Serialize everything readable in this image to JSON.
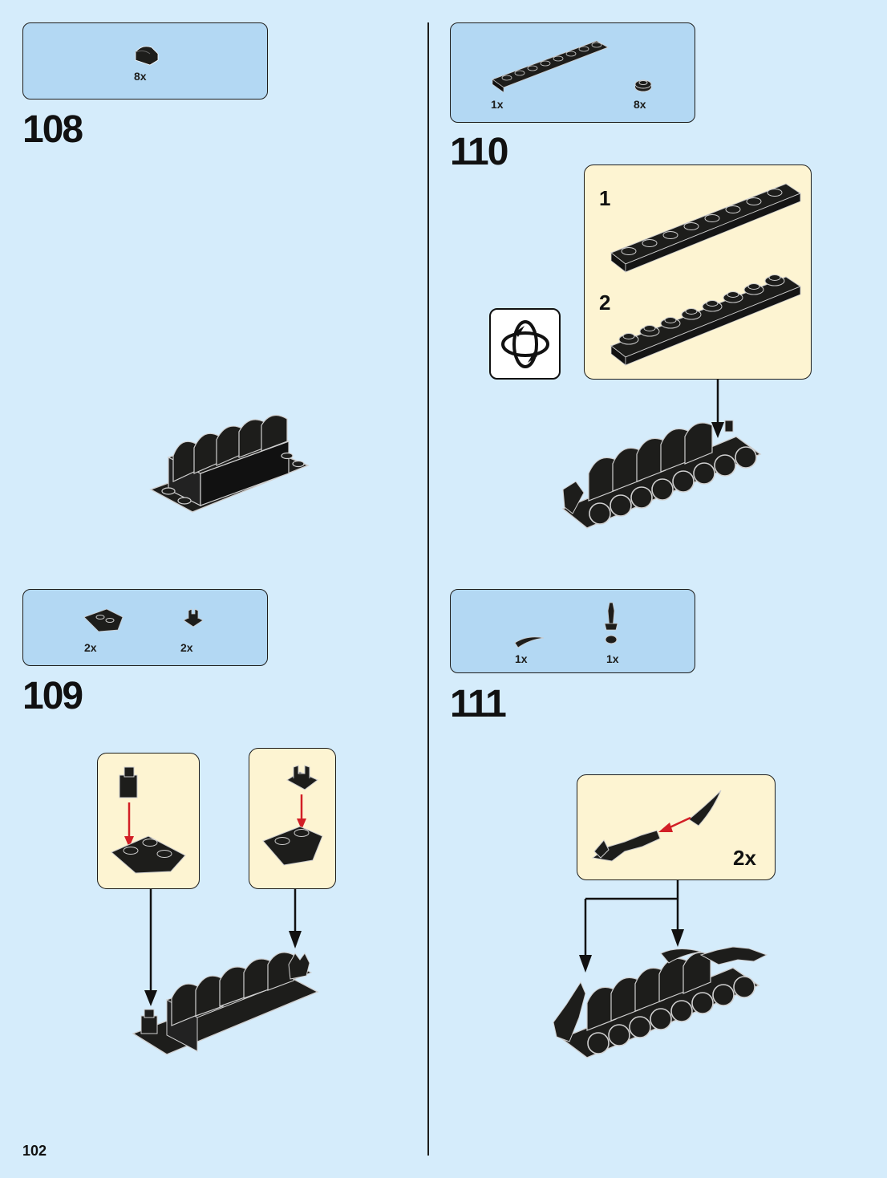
{
  "page": {
    "number": "102"
  },
  "steps": [
    {
      "id": "108",
      "label": "108",
      "parts": [
        {
          "qty": "8x",
          "icon": "curved-slope-brick-icon"
        }
      ]
    },
    {
      "id": "109",
      "label": "109",
      "parts": [
        {
          "qty": "2x",
          "icon": "wedge-plate-icon"
        },
        {
          "qty": "2x",
          "icon": "clip-plate-icon"
        }
      ]
    },
    {
      "id": "110",
      "label": "110",
      "parts": [
        {
          "qty": "1x",
          "icon": "long-plate-icon"
        },
        {
          "qty": "8x",
          "icon": "round-plate-icon"
        }
      ],
      "substeps": [
        {
          "label": "1"
        },
        {
          "label": "2"
        }
      ]
    },
    {
      "id": "111",
      "label": "111",
      "parts": [
        {
          "qty": "1x",
          "icon": "horn-piece-icon"
        },
        {
          "qty": "1x",
          "icon": "sword-hilt-icon"
        }
      ],
      "subassembly_multiplier": "2x"
    }
  ],
  "colors": {
    "background": "#d5ecfb",
    "parts_box": "#b3d8f3",
    "subassembly_box": "#fdf4d2",
    "brick": "#1d1d1b",
    "arrow_red": "#d21f26"
  }
}
